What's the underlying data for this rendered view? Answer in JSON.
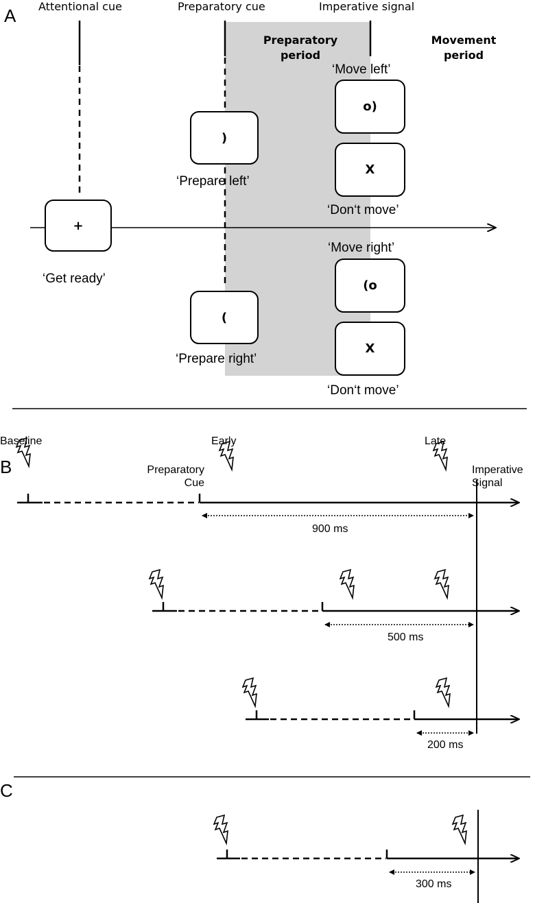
{
  "panelA": {
    "letter": "A",
    "attentional_cue": "Attentional cue",
    "preparatory_cue": "Preparatory cue",
    "imperative_signal": "Imperative signal",
    "preparatory_period": "Preparatory\nperiod",
    "movement_period": "Movement\nperiod",
    "fixation_symbol": "+",
    "get_ready": "‘Get ready’",
    "prepare_left_symbol": ")",
    "prepare_left": "‘Prepare left’",
    "prepare_right_symbol": "(",
    "prepare_right": "‘Prepare right’",
    "move_left": "‘Move left’",
    "move_left_symbol": "o)",
    "nogo_symbol_1": "X",
    "dont_move_1": "‘Don‘t move’",
    "move_right": "‘Move right’",
    "move_right_symbol": "(o",
    "nogo_symbol_2": "X",
    "dont_move_2": "‘Don‘t move’",
    "shade_color": "#d3d3d3"
  },
  "panelB": {
    "letter": "B",
    "baseline": "Baseline",
    "early": "Early",
    "late": "Late",
    "preparatory_cue": "Preparatory\nCue",
    "imperative_signal": "Imperative\nSignal",
    "interval_900": "900 ms",
    "interval_500": "500 ms",
    "interval_200": "200 ms"
  },
  "panelC": {
    "letter": "C",
    "interval_300": "300 ms"
  }
}
